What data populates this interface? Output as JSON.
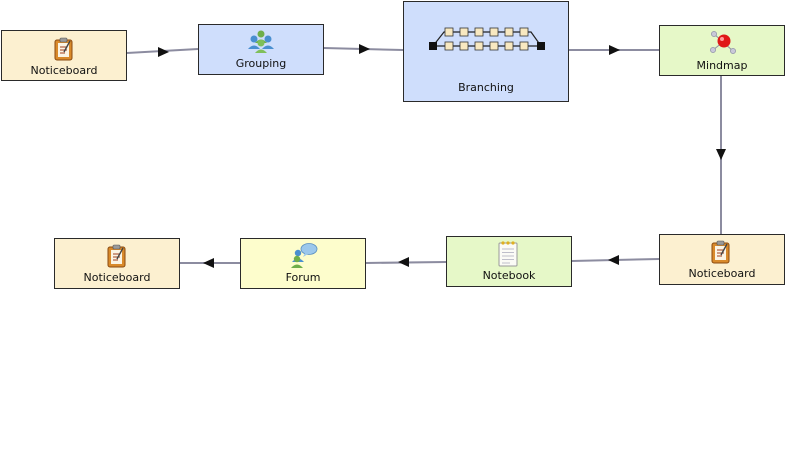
{
  "workflow": {
    "activities": [
      {
        "id": "a1",
        "label": "Noticeboard",
        "icon": "noticeboard-icon",
        "fill": "#fcf0d0"
      },
      {
        "id": "a2",
        "label": "Grouping",
        "icon": "grouping-icon",
        "fill": "#cfdefc"
      },
      {
        "id": "a3",
        "label": "Branching",
        "icon": "branching-icon",
        "fill": "#cfdefc"
      },
      {
        "id": "a4",
        "label": "Mindmap",
        "icon": "mindmap-icon",
        "fill": "#e6f8c8"
      },
      {
        "id": "a5",
        "label": "Noticeboard",
        "icon": "noticeboard-icon",
        "fill": "#fcf0d0"
      },
      {
        "id": "a6",
        "label": "Notebook",
        "icon": "notebook-icon",
        "fill": "#e6f8c8"
      },
      {
        "id": "a7",
        "label": "Forum",
        "icon": "forum-icon",
        "fill": "#fdfdcc"
      },
      {
        "id": "a8",
        "label": "Noticeboard",
        "icon": "noticeboard-icon",
        "fill": "#fcf0d0"
      }
    ],
    "transitions": [
      [
        "a1",
        "a2"
      ],
      [
        "a2",
        "a3"
      ],
      [
        "a3",
        "a4"
      ],
      [
        "a4",
        "a5"
      ],
      [
        "a5",
        "a6"
      ],
      [
        "a6",
        "a7"
      ],
      [
        "a7",
        "a8"
      ]
    ],
    "colors": {
      "connector": "#8c8ca0",
      "arrowhead": "#111111",
      "node_border": "#2a2a2a"
    }
  }
}
